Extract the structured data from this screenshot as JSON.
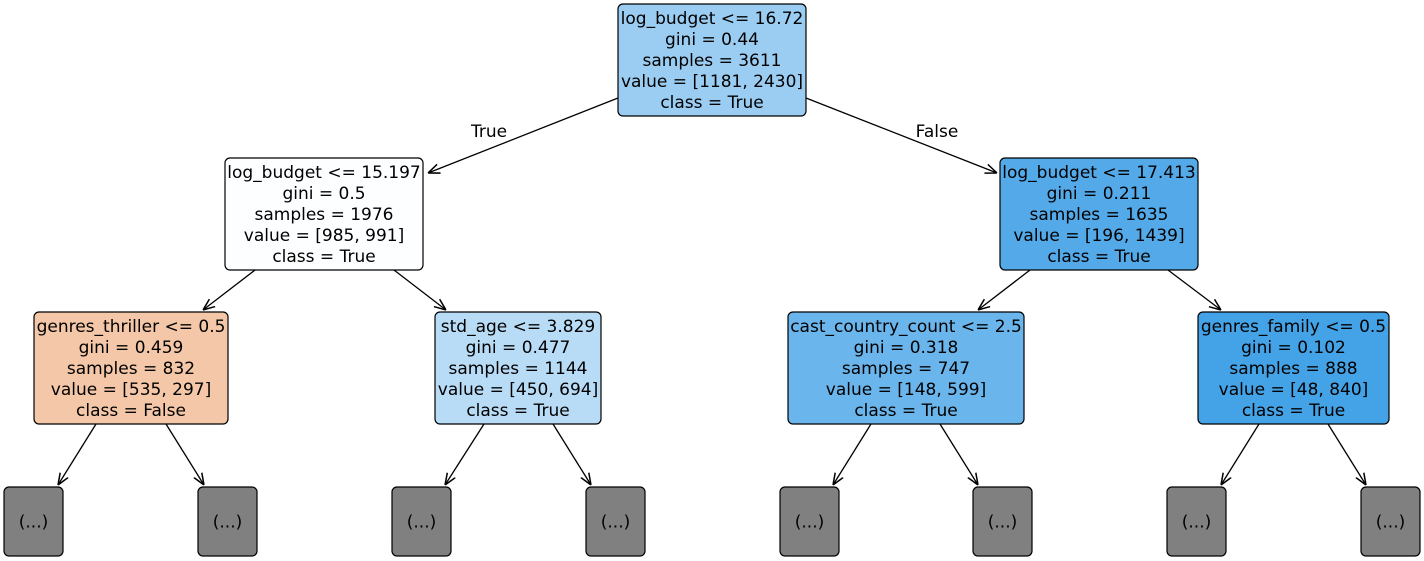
{
  "tree": {
    "edge_labels": {
      "true_label": "True",
      "false_label": "False"
    },
    "nodes": [
      {
        "id": "root",
        "lines": [
          "log_budget <= 16.72",
          "gini = 0.44",
          "samples = 3611",
          "value = [1181, 2430]",
          "class = True"
        ],
        "fill": "#9bcdf2"
      },
      {
        "id": "l",
        "lines": [
          "log_budget <= 15.197",
          "gini = 0.5",
          "samples = 1976",
          "value = [985, 991]",
          "class = True"
        ],
        "fill": "#fdfeff"
      },
      {
        "id": "r",
        "lines": [
          "log_budget <= 17.413",
          "gini = 0.211",
          "samples = 1635",
          "value = [196, 1439]",
          "class = True"
        ],
        "fill": "#54aae9"
      },
      {
        "id": "ll",
        "lines": [
          "genres_thriller <= 0.5",
          "gini = 0.459",
          "samples = 832",
          "value = [535, 297]",
          "class = False"
        ],
        "fill": "#f3c7a7"
      },
      {
        "id": "lr",
        "lines": [
          "std_age <= 3.829",
          "gini = 0.477",
          "samples = 1144",
          "value = [450, 694]",
          "class = True"
        ],
        "fill": "#b9dcf6"
      },
      {
        "id": "rl",
        "lines": [
          "cast_country_count <= 2.5",
          "gini = 0.318",
          "samples = 747",
          "value = [148, 599]",
          "class = True"
        ],
        "fill": "#6ab5eb"
      },
      {
        "id": "rr",
        "lines": [
          "genres_family <= 0.5",
          "gini = 0.102",
          "samples = 888",
          "value = [48, 840]",
          "class = True"
        ],
        "fill": "#44a2e6"
      }
    ],
    "truncated_label": "(...)",
    "truncated_fill": "#808080",
    "truncated_count": 8,
    "edge_color": "#000000"
  }
}
